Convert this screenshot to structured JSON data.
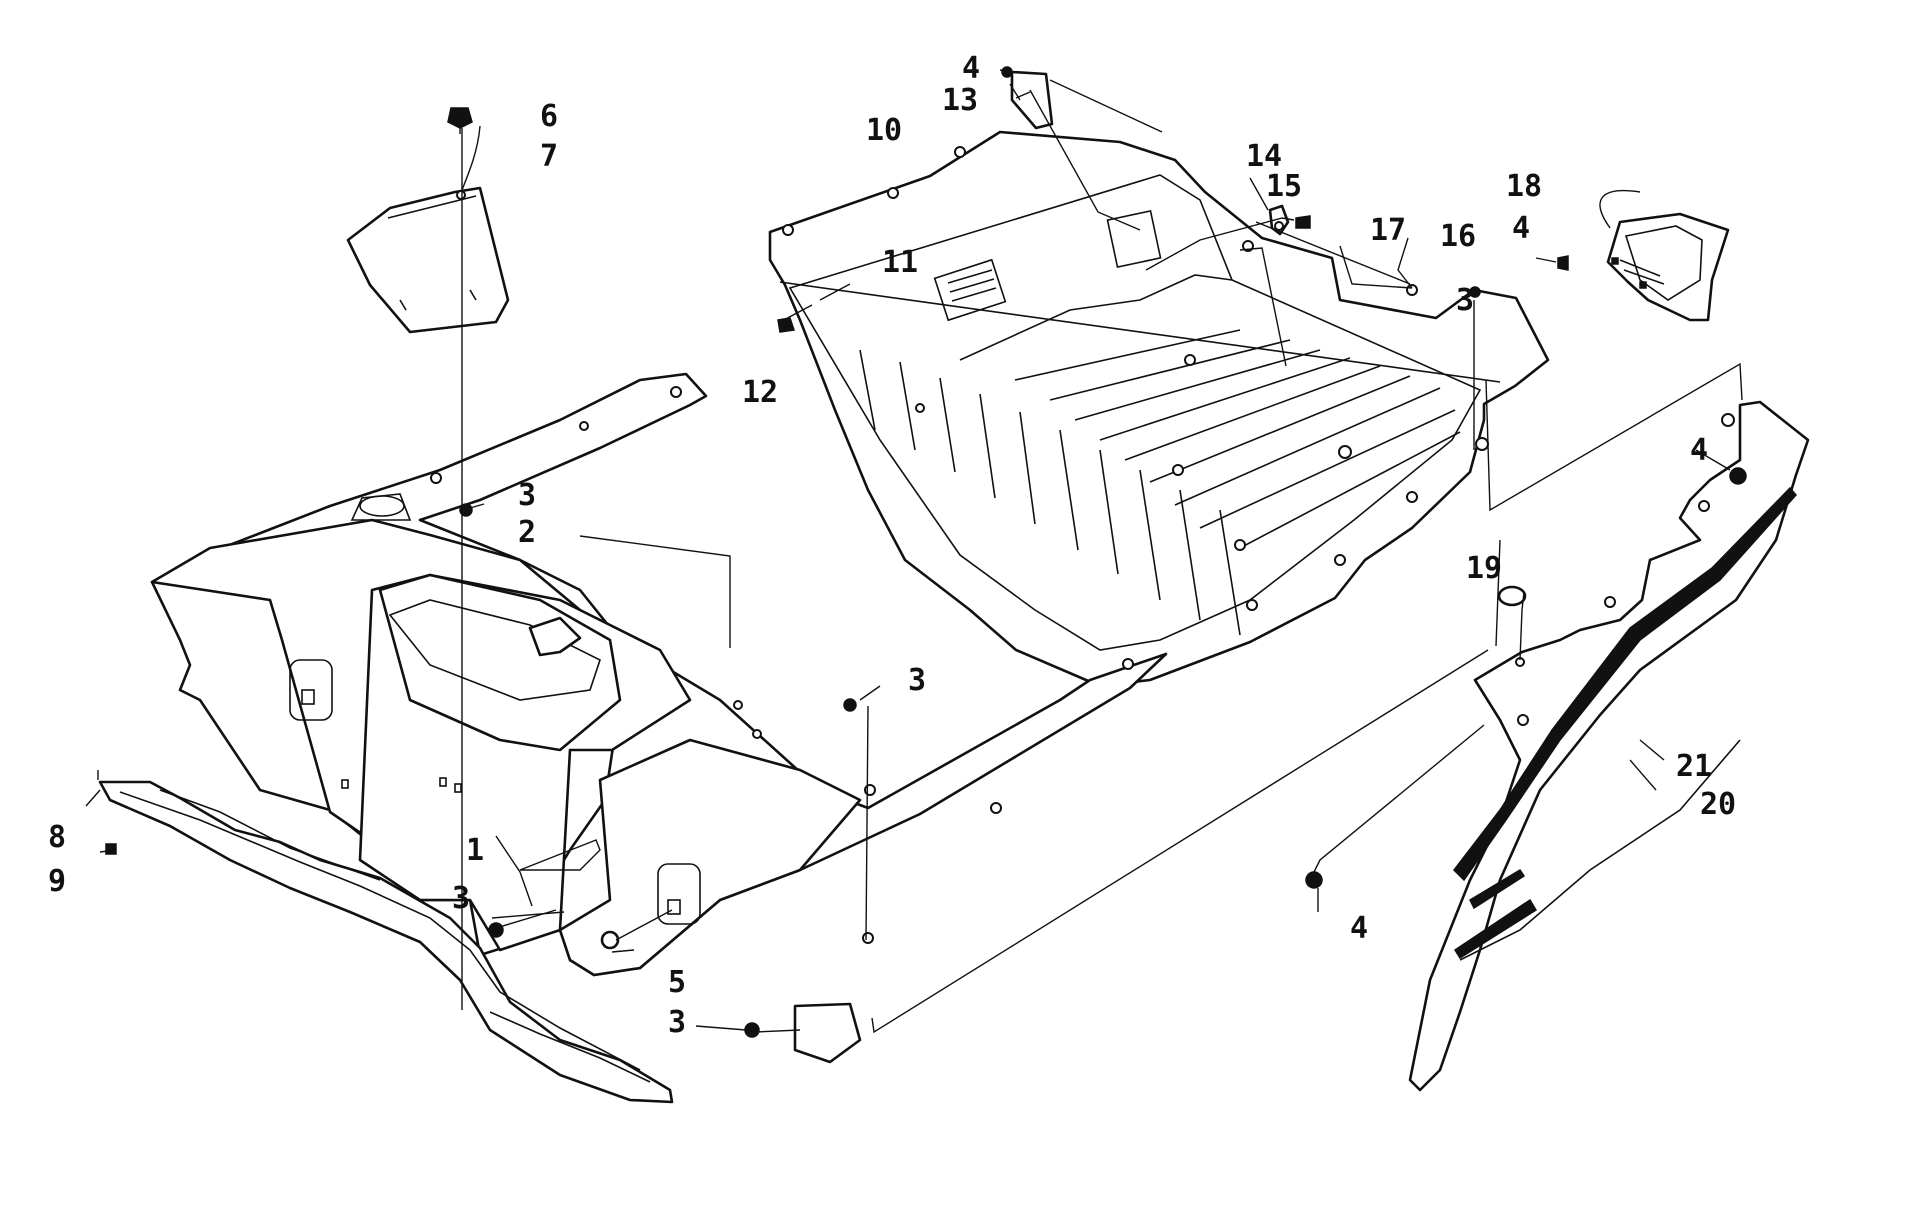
{
  "diagram": {
    "callouts": [
      {
        "id": "c1",
        "label": "1"
      },
      {
        "id": "c2",
        "label": "2"
      },
      {
        "id": "c3a",
        "label": "3"
      },
      {
        "id": "c3b",
        "label": "3"
      },
      {
        "id": "c3c",
        "label": "3"
      },
      {
        "id": "c3d",
        "label": "3"
      },
      {
        "id": "c3e",
        "label": "3"
      },
      {
        "id": "c4a",
        "label": "4"
      },
      {
        "id": "c4b",
        "label": "4"
      },
      {
        "id": "c4c",
        "label": "4"
      },
      {
        "id": "c4d",
        "label": "4"
      },
      {
        "id": "c5",
        "label": "5"
      },
      {
        "id": "c6",
        "label": "6"
      },
      {
        "id": "c7",
        "label": "7"
      },
      {
        "id": "c8",
        "label": "8"
      },
      {
        "id": "c9",
        "label": "9"
      },
      {
        "id": "c10",
        "label": "10"
      },
      {
        "id": "c11",
        "label": "11"
      },
      {
        "id": "c12",
        "label": "12"
      },
      {
        "id": "c13",
        "label": "13"
      },
      {
        "id": "c14",
        "label": "14"
      },
      {
        "id": "c15",
        "label": "15"
      },
      {
        "id": "c16",
        "label": "16"
      },
      {
        "id": "c17",
        "label": "17"
      },
      {
        "id": "c18",
        "label": "18"
      },
      {
        "id": "c19",
        "label": "19"
      },
      {
        "id": "c20",
        "label": "20"
      },
      {
        "id": "c21",
        "label": "21"
      }
    ]
  }
}
